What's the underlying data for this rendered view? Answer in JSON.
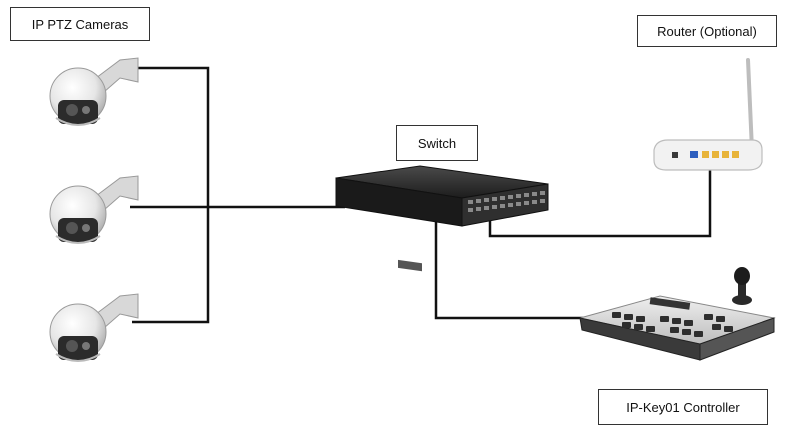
{
  "labels": {
    "cameras": "IP PTZ Cameras",
    "router": "Router (Optional)",
    "switch": "Switch",
    "controller": "IP-Key01 Controller"
  },
  "icons": {
    "camera": "ptz-camera-icon",
    "switch": "network-switch-icon",
    "router": "wifi-router-icon",
    "controller": "ptz-keyboard-controller-icon"
  },
  "colors": {
    "cable": "#111111",
    "switch_body": "#2a2a2a",
    "router_body": "#f2f2f2",
    "router_ports": "#e8b43a",
    "controller_body": "#dcdcdc"
  }
}
